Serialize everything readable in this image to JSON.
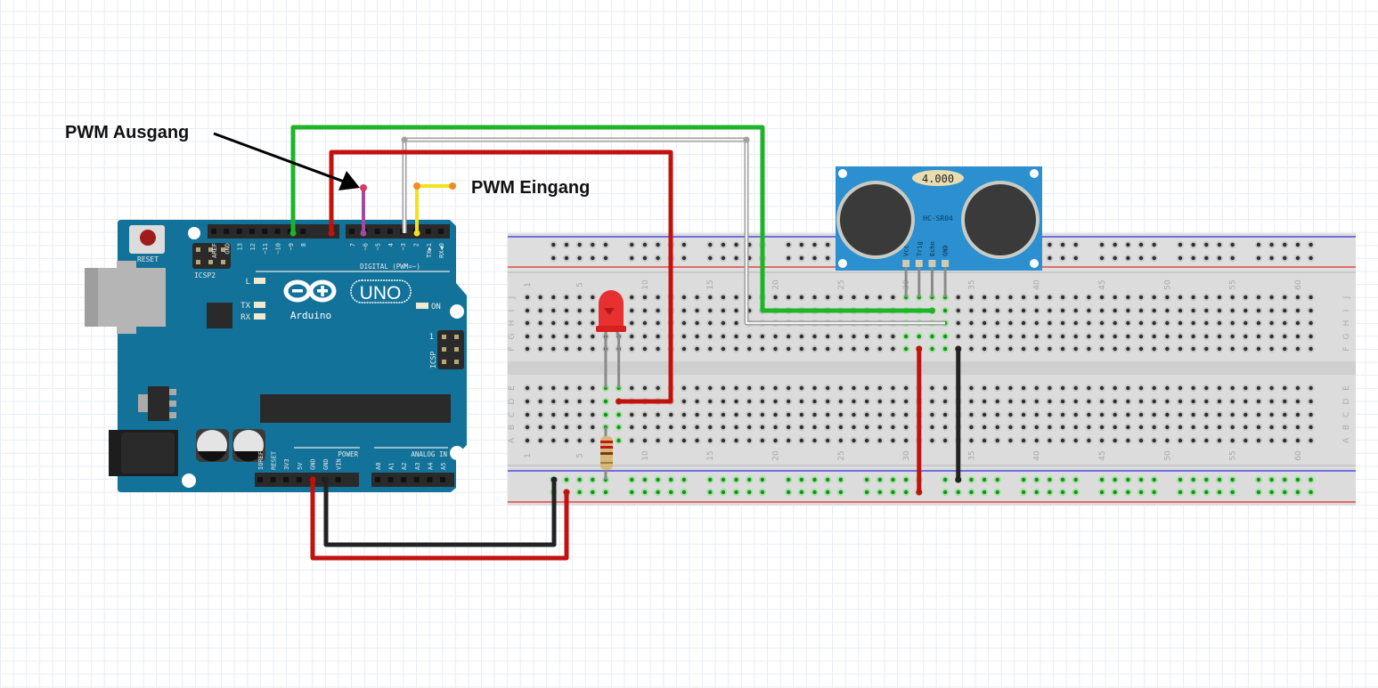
{
  "annotations": {
    "pwm_output": "PWM Ausgang",
    "pwm_input": "PWM Eingang"
  },
  "arduino": {
    "reset_label": "RESET",
    "icsp2_label": "ICSP2",
    "icsp_label": "ICSP",
    "icsp_pin1": "1",
    "digital_label": "DIGITAL (PWM=~)",
    "logo_text": "Arduino",
    "uno_text": "UNO",
    "led_l": "L",
    "led_tx": "TX",
    "led_rx": "RX",
    "led_on": "ON",
    "power_label": "POWER",
    "analog_label": "ANALOG IN",
    "digital_pins_left": [
      "AREF",
      "GND",
      "13",
      "12",
      "~11",
      "~10",
      "~9",
      "8"
    ],
    "digital_pins_right": [
      "7",
      "~6",
      "~5",
      "4",
      "~3",
      "2",
      "TX▶1",
      "RX◀0"
    ],
    "power_pins": [
      "IOREF",
      "RESET",
      "3V3",
      "5V",
      "GND",
      "GND",
      "VIN"
    ],
    "analog_pins": [
      "A0",
      "A1",
      "A2",
      "A3",
      "A4",
      "A5"
    ]
  },
  "sensor": {
    "model": "HC-SR04",
    "display": "4.000",
    "pins": [
      "Vcc",
      "Trig",
      "Echo",
      "GND"
    ]
  },
  "breadboard": {
    "column_labels": [
      "1",
      "5",
      "10",
      "15",
      "20",
      "25",
      "30",
      "35",
      "40",
      "45",
      "50",
      "55",
      "60"
    ],
    "top_rows": [
      "J",
      "I",
      "H",
      "G",
      "F"
    ],
    "bottom_rows": [
      "E",
      "D",
      "C",
      "B",
      "A"
    ]
  },
  "colors": {
    "board": "#13729a",
    "sensor_board": "#2b8fd0",
    "wire_green": "#1db42a",
    "wire_red": "#c2120e",
    "wire_gray": "#a8a8a8",
    "wire_yellow": "#f2e21a",
    "wire_purple": "#a04aa0",
    "wire_black": "#222222",
    "led": "#e83030"
  }
}
